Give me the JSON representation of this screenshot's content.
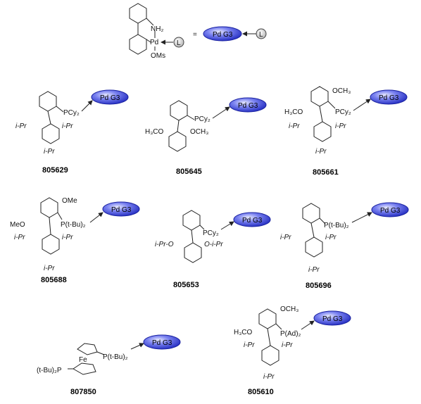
{
  "legend": {
    "nh2": "NH₂",
    "pd": "Pd",
    "oms": "OMs",
    "equals": "=",
    "ligand": "L",
    "pill": "Pd G3"
  },
  "compounds": [
    {
      "number": "805629",
      "p_label": "PCy₂",
      "subs": [
        "i-Pr",
        "i-Pr",
        "i-Pr"
      ]
    },
    {
      "number": "805645",
      "p_label": "PCy₂",
      "subs": [
        "H₃CO",
        "OCH₃"
      ]
    },
    {
      "number": "805661",
      "p_label": "PCy₂",
      "subs": [
        "OCH₃",
        "H₃CO",
        "i-Pr",
        "i-Pr",
        "i-Pr"
      ]
    },
    {
      "number": "805688",
      "p_label": "P(t-Bu)₂",
      "subs": [
        "OMe",
        "MeO",
        "i-Pr",
        "i-Pr",
        "i-Pr"
      ]
    },
    {
      "number": "805653",
      "p_label": "PCy₂",
      "subs": [
        "i-Pr-O",
        "O-i-Pr"
      ]
    },
    {
      "number": "805696",
      "p_label": "P(t-Bu)₂",
      "subs": [
        "i-Pr",
        "i-Pr",
        "i-Pr"
      ]
    },
    {
      "number": "807850",
      "p_label": "P(t-Bu)₂",
      "subs": [
        "Fe",
        "(t-Bu)₂P"
      ]
    },
    {
      "number": "805610",
      "p_label": "P(Ad)₂",
      "subs": [
        "OCH₃",
        "H₃CO",
        "i-Pr",
        "i-Pr",
        "i-Pr"
      ]
    }
  ],
  "pill_label": "Pd G3",
  "colors": {
    "pill_fill": "#3b46d8",
    "pill_light": "#c9ceff",
    "ink": "#222222"
  }
}
